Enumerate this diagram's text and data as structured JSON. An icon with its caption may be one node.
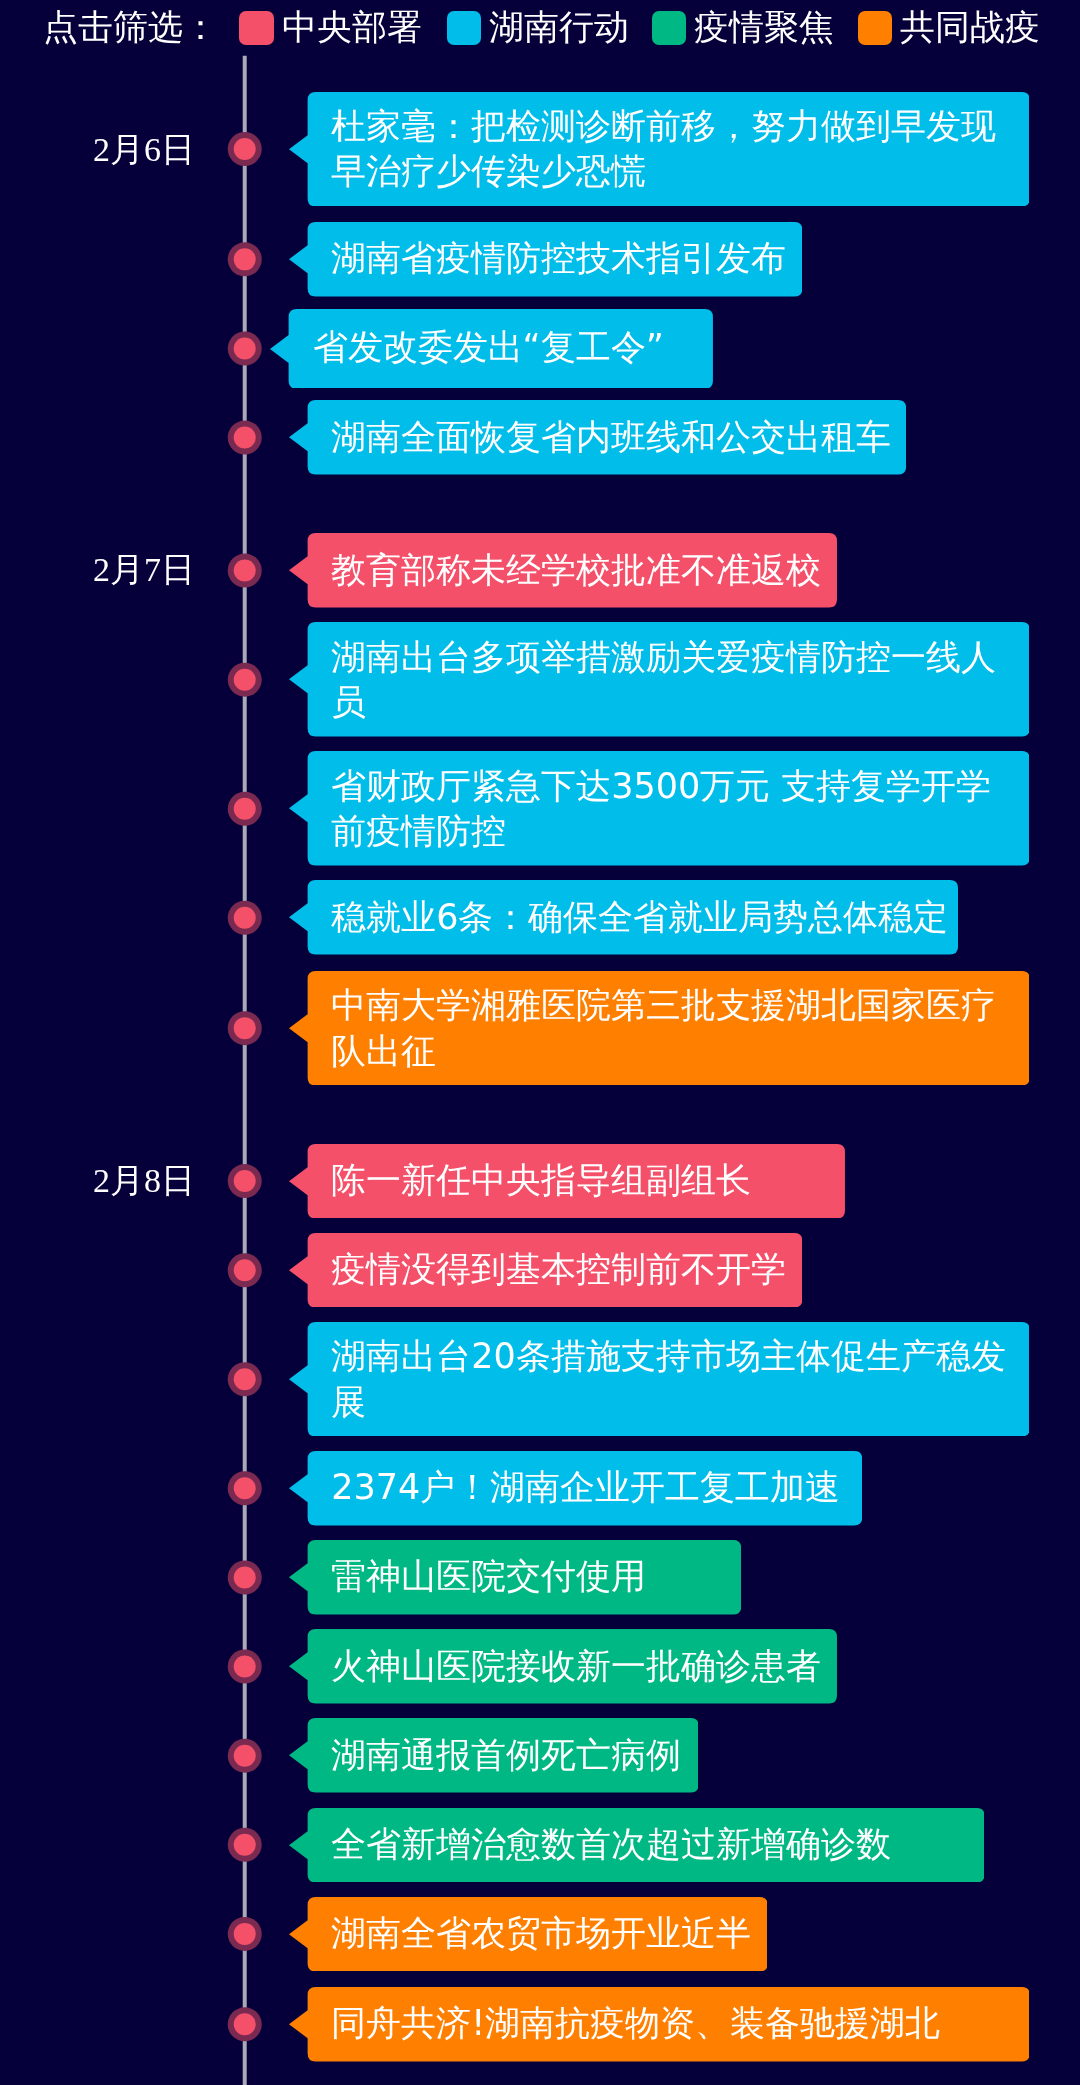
{
  "diagram": {
    "nodes": [
      {
        "text": [
          "杜家毫：把检测诊断前移，努力做到早发现早治疗少传染少恐慌"
        ]
      },
      {
        "text": [
          "湖南省疫情防控技术指引发布"
        ]
      },
      {
        "text": [
          "省发改委发出“复工令”"
        ]
      },
      {
        "text": [
          "湖南全面恢复省内班线和公交出租车"
        ]
      },
      {
        "text": [
          "教育部称未经学校批准不准返校"
        ]
      },
      {
        "text": [
          "湖南出台多项举措激励关爱疫情防控一线人员"
        ]
      },
      {
        "text": [
          "省财政厅紧急下达3500万元 支持复学开学前疫情防控"
        ]
      },
      {
        "text": [
          "稳就业6条：确保全省就业局势总体稳定"
        ]
      },
      {
        "text": [
          "中南大学湘雅医院第三批支援湖北国家医疗队出征"
        ]
      },
      {
        "text": [
          "陈一新任中央指导组副组长"
        ]
      },
      {
        "text": [
          "疫情没得到基本控制前不开学"
        ]
      },
      {
        "text": [
          "湖南出台20条措施支持市场主体促生产稳发展"
        ]
      },
      {
        "text": [
          "2374户！湖南企业开工复工加速"
        ]
      },
      {
        "text": [
          "雷神山医院交付使用"
        ]
      },
      {
        "text": [
          "火神山医院接收新一批确诊患者"
        ]
      },
      {
        "text": [
          "湖南通报首例死亡病例"
        ]
      },
      {
        "text": [
          "全省新增治愈数首次超过新增确诊数"
        ]
      },
      {
        "text": [
          "湖南全省农贸市场开业近半"
        ]
      },
      {
        "text": [
          "同舟共济!湖南抗疫物资、装备驰援湖北"
        ]
      }
    ],
    "edges": [],
    "labels": [
      "点击筛选：",
      "2月6日",
      "2月7日",
      "2月8日"
    ],
    "legend": [
      {
        "text": "中央部署",
        "color": "#f5506a"
      },
      {
        "text": "湖南行动",
        "color": "#00bde9"
      },
      {
        "text": "疫情聚焦",
        "color": "#00b884"
      },
      {
        "text": "共同战疫",
        "color": "#ff7f00"
      }
    ]
  }
}
